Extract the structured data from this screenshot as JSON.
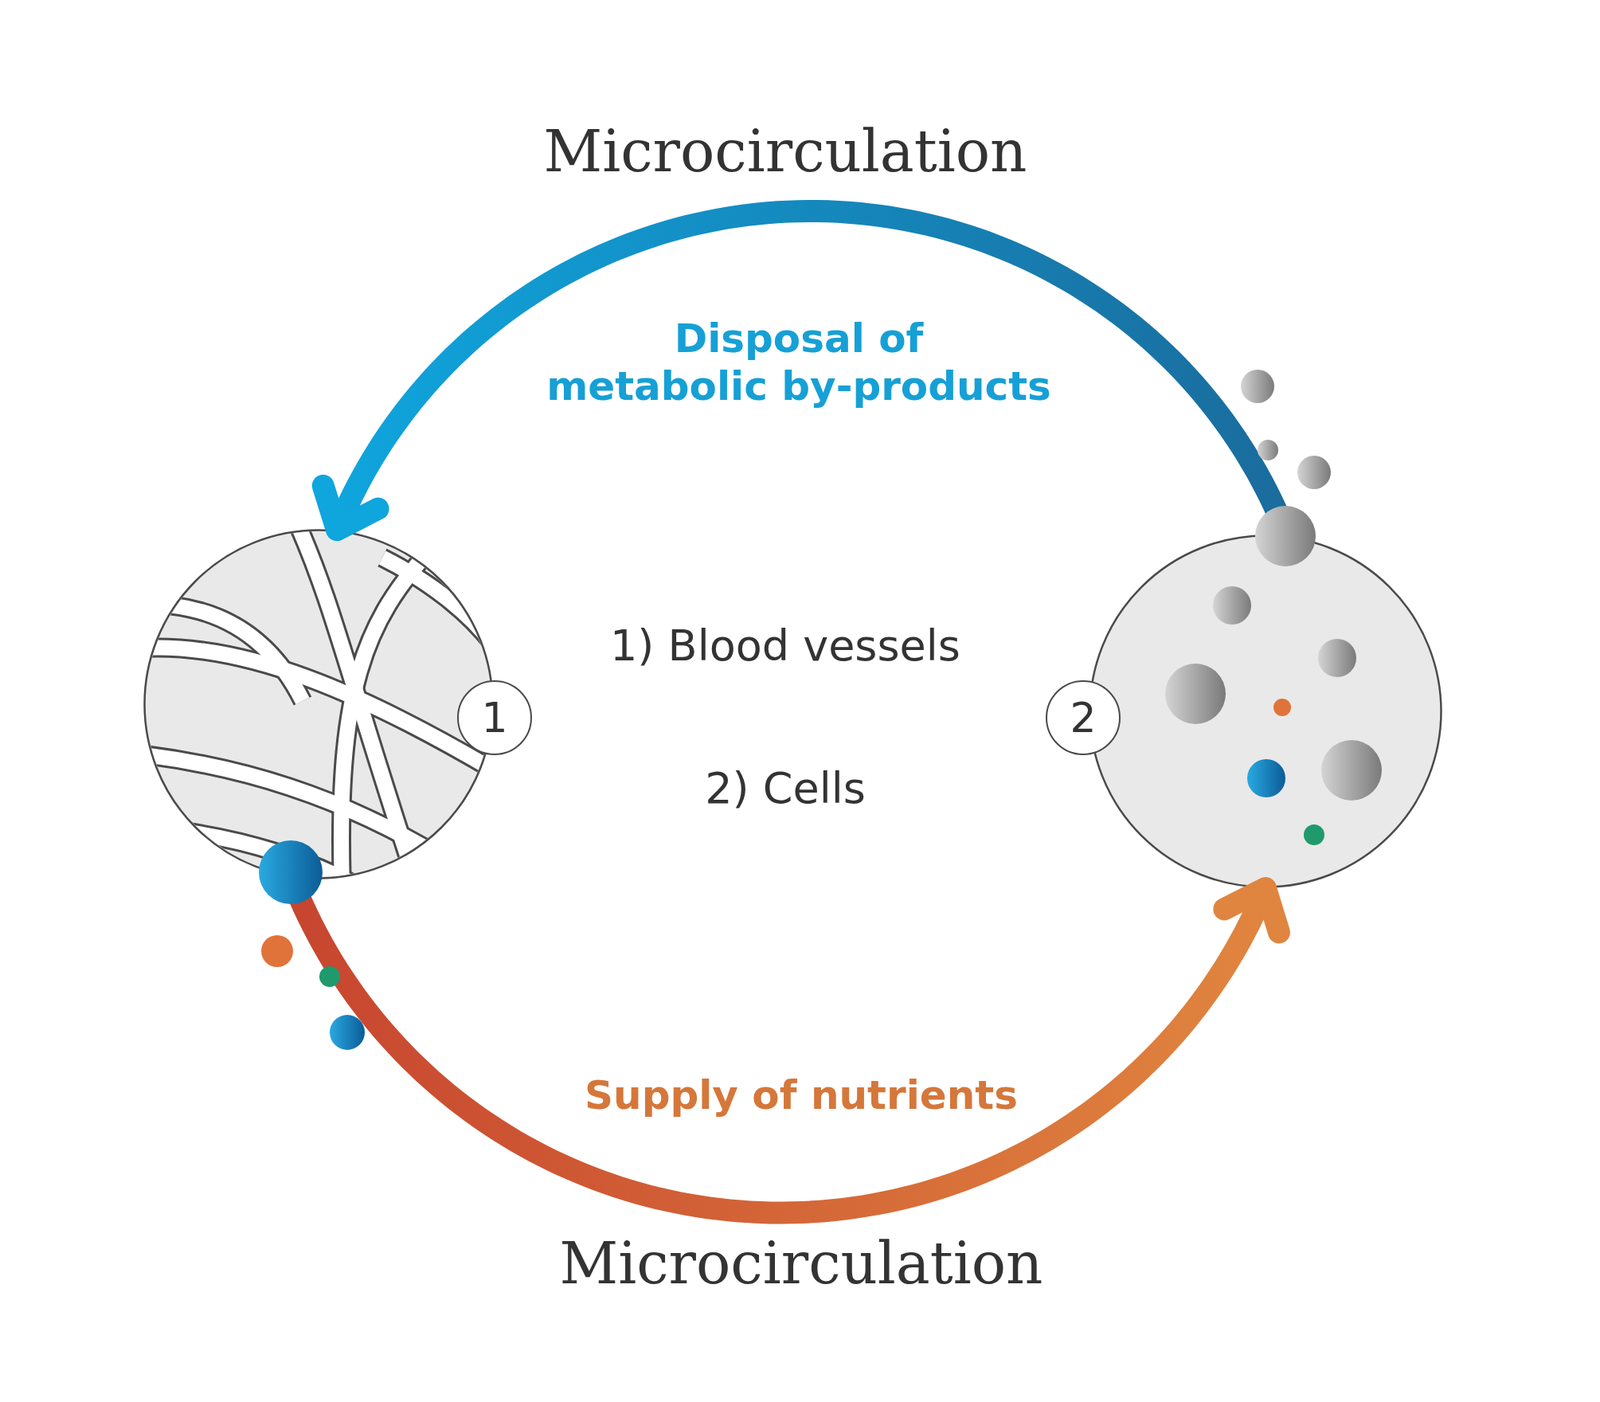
{
  "diagram": {
    "nodes": [
      {
        "text": [
          "1"
        ]
      },
      {
        "text": [
          "2"
        ]
      }
    ],
    "edges": [
      {
        "from": 1,
        "to": 0,
        "arrow": "to",
        "label": "Disposal of metabolic by-products"
      },
      {
        "from": 0,
        "to": 1,
        "arrow": "to",
        "label": "Supply of nutrients"
      }
    ],
    "labels": [
      "Microcirculation",
      "1) Blood vessels",
      "2) Cells",
      "Microcirculation"
    ]
  }
}
